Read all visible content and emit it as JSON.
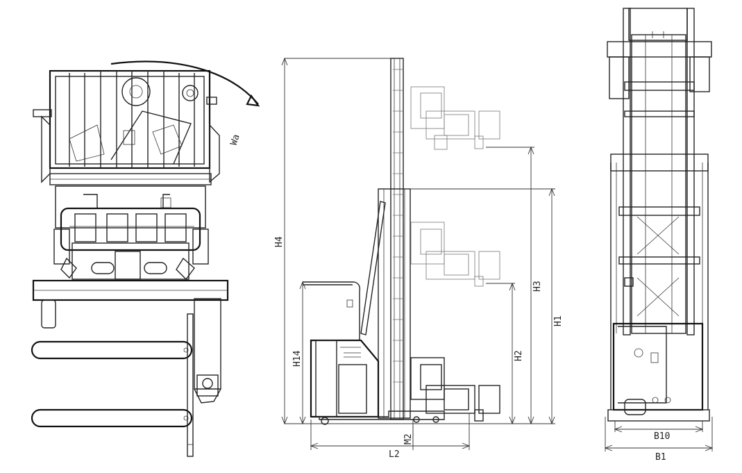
{
  "views": {
    "top": {
      "wa_label": "Wa"
    },
    "side": {
      "h4_label": "H4",
      "h14_label": "H14",
      "h3_label": "H3",
      "h2_label": "H2",
      "h1_label": "H1",
      "m2_label": "M2",
      "l2_label": "L2"
    },
    "front": {
      "b10_label": "B10",
      "b1_label": "B1"
    }
  }
}
